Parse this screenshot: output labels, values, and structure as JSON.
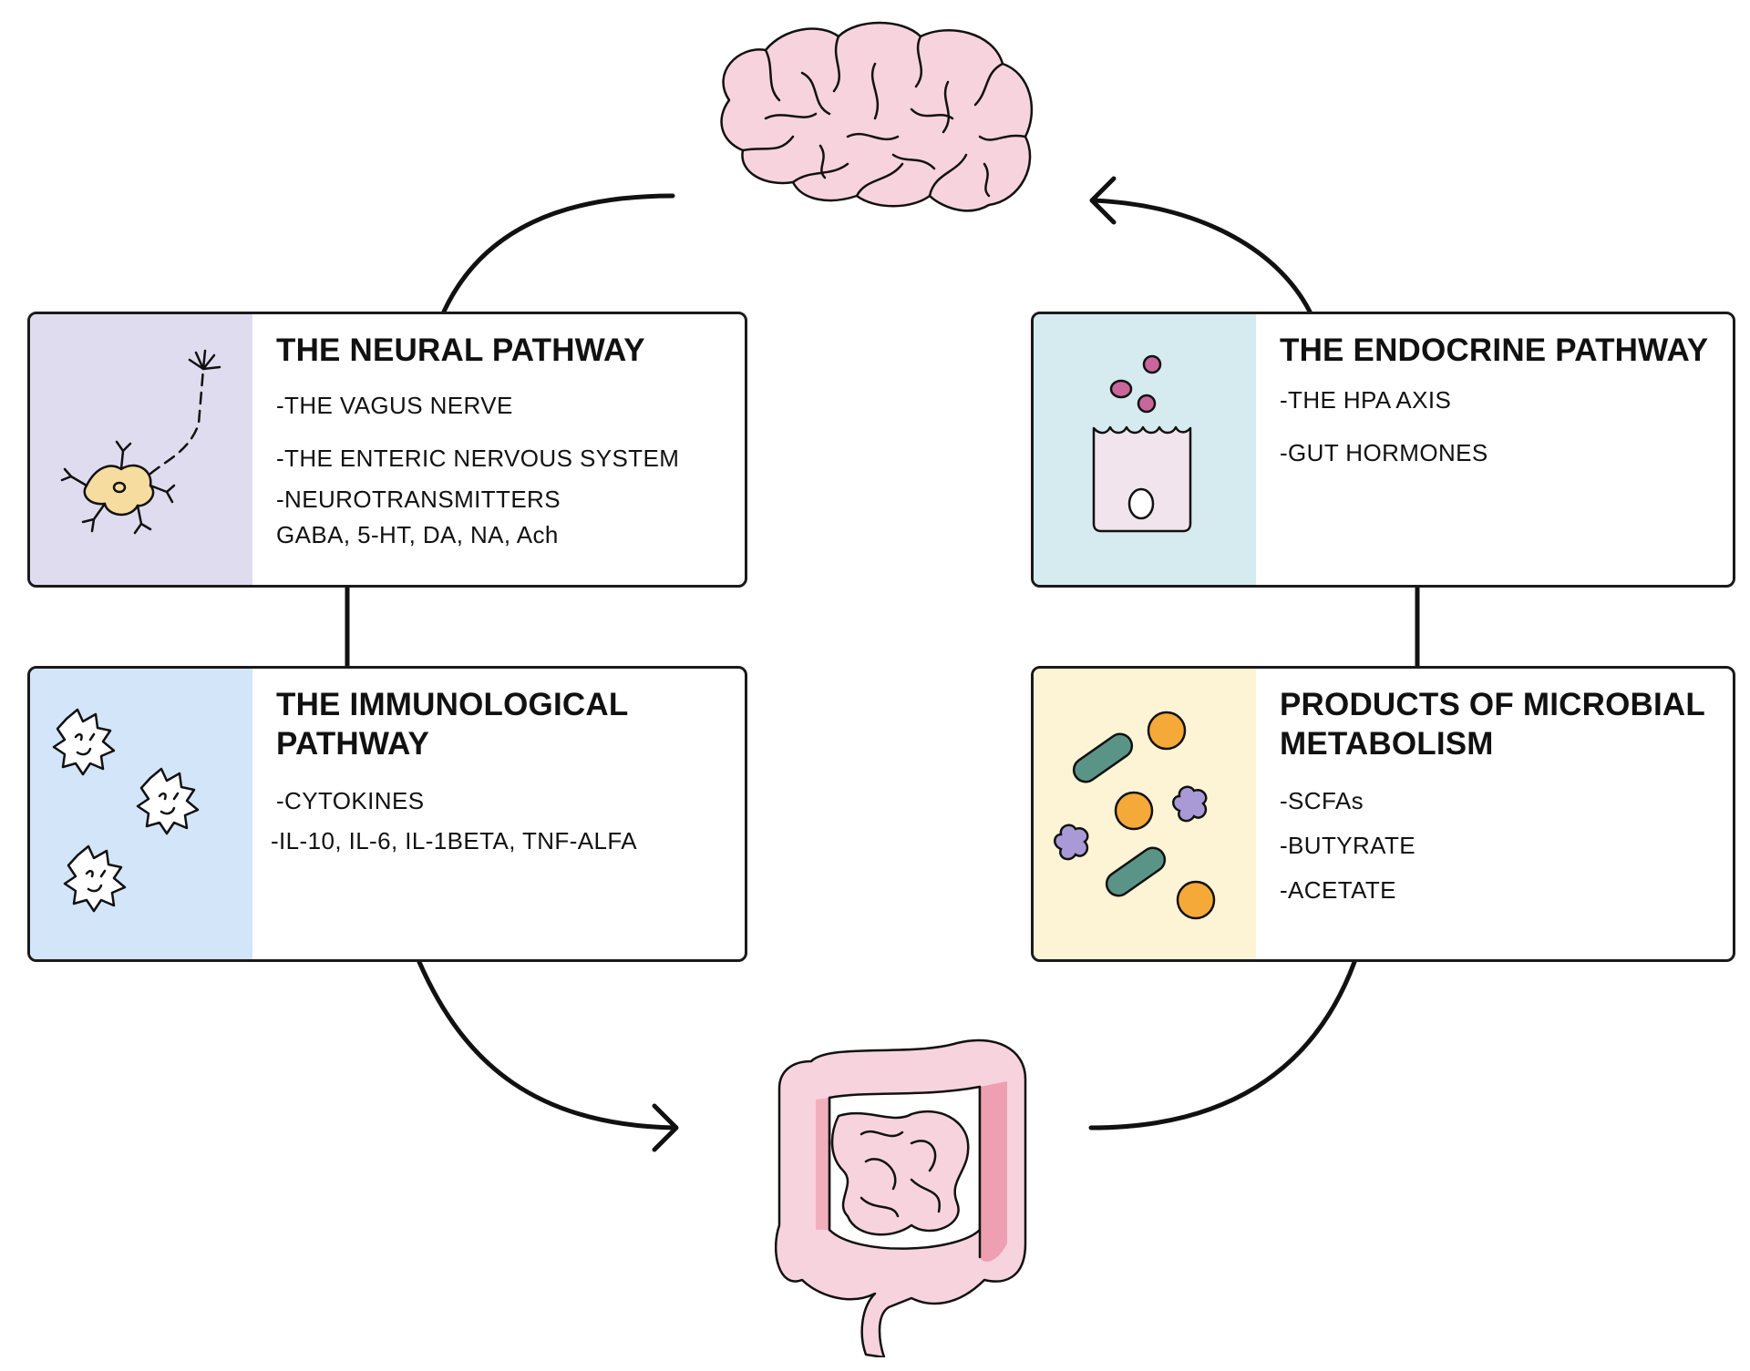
{
  "colors": {
    "neural_panel": "#dedcee",
    "immuno_panel": "#d3e5f8",
    "endocrine_panel": "#d6ebef",
    "microbial_panel": "#fdf3d5",
    "organ_pink": "#f7d3de",
    "organ_dark_pink": "#ee9fb1",
    "outline": "#1a1a1a"
  },
  "icons": {
    "brain": "brain-icon",
    "intestine": "intestine-icon",
    "neuron": "neuron-icon",
    "immune_cells": "immune-cell-icon",
    "endocrine_cell": "endocrine-cell-icon",
    "microbes": "microbe-icon"
  },
  "neural": {
    "title": "THE NEURAL PATHWAY",
    "items": [
      "-THE VAGUS NERVE",
      "-THE ENTERIC NERVOUS SYSTEM",
      "-NEUROTRANSMITTERS",
      "GABA, 5-HT, DA, NA, Ach"
    ]
  },
  "immunological": {
    "title": "THE IMMUNOLOGICAL\nPATHWAY",
    "items": [
      "-CYTOKINES",
      "-IL-10, IL-6, IL-1BETA, TNF-ALFA"
    ]
  },
  "endocrine": {
    "title": "THE ENDOCRINE PATHWAY",
    "items": [
      "-THE HPA AXIS",
      "-GUT HORMONES"
    ]
  },
  "microbial": {
    "title": "PRODUCTS OF MICROBIAL\nMETABOLISM",
    "items": [
      "-SCFAs",
      "-BUTYRATE",
      "-ACETATE"
    ]
  }
}
